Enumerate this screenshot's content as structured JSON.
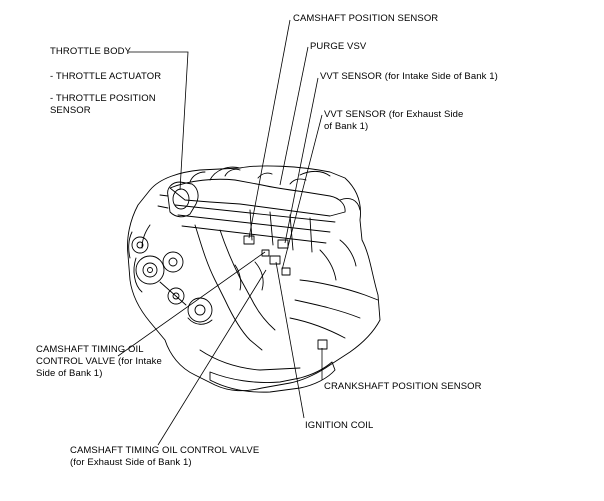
{
  "labels": {
    "throttle_body": "THROTTLE BODY",
    "throttle_actuator": "- THROTTLE ACTUATOR",
    "throttle_position_sensor": "- THROTTLE POSITION\nSENSOR",
    "camshaft_position_sensor": "CAMSHAFT POSITION SENSOR",
    "purge_vsv": "PURGE VSV",
    "vvt_sensor_intake": "VVT SENSOR (for Intake Side of Bank 1)",
    "vvt_sensor_exhaust": "VVT SENSOR (for Exhaust Side\nof Bank 1)",
    "ocv_intake": "CAMSHAFT TIMING OIL\nCONTROL VALVE (for Intake\nSide of Bank 1)",
    "crankshaft_position_sensor": "CRANKSHAFT POSITION SENSOR",
    "ignition_coil": "IGNITION COIL",
    "ocv_exhaust": "CAMSHAFT TIMING OIL CONTROL VALVE\n(for Exhaust Side of Bank 1)"
  }
}
